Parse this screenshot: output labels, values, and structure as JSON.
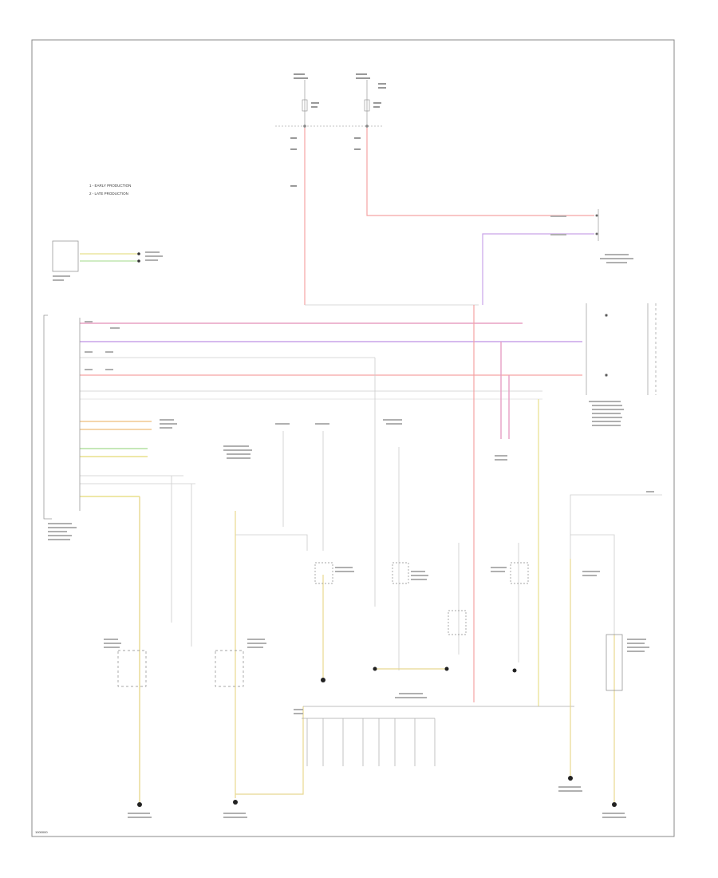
{
  "legend": {
    "line1": "1 - EARLY PRODUCTION",
    "line2": "2 - LATE PRODUCTION"
  },
  "footer_code": "1000000",
  "colors": {
    "red": "#f5a3a3",
    "pink": "#e7a0c4",
    "violet": "#c9a3e8",
    "yellow": "#e8e08c",
    "green": "#b4e0a0",
    "orange": "#f0c890",
    "gray": "#aaaaaa",
    "frame": "#888888"
  }
}
